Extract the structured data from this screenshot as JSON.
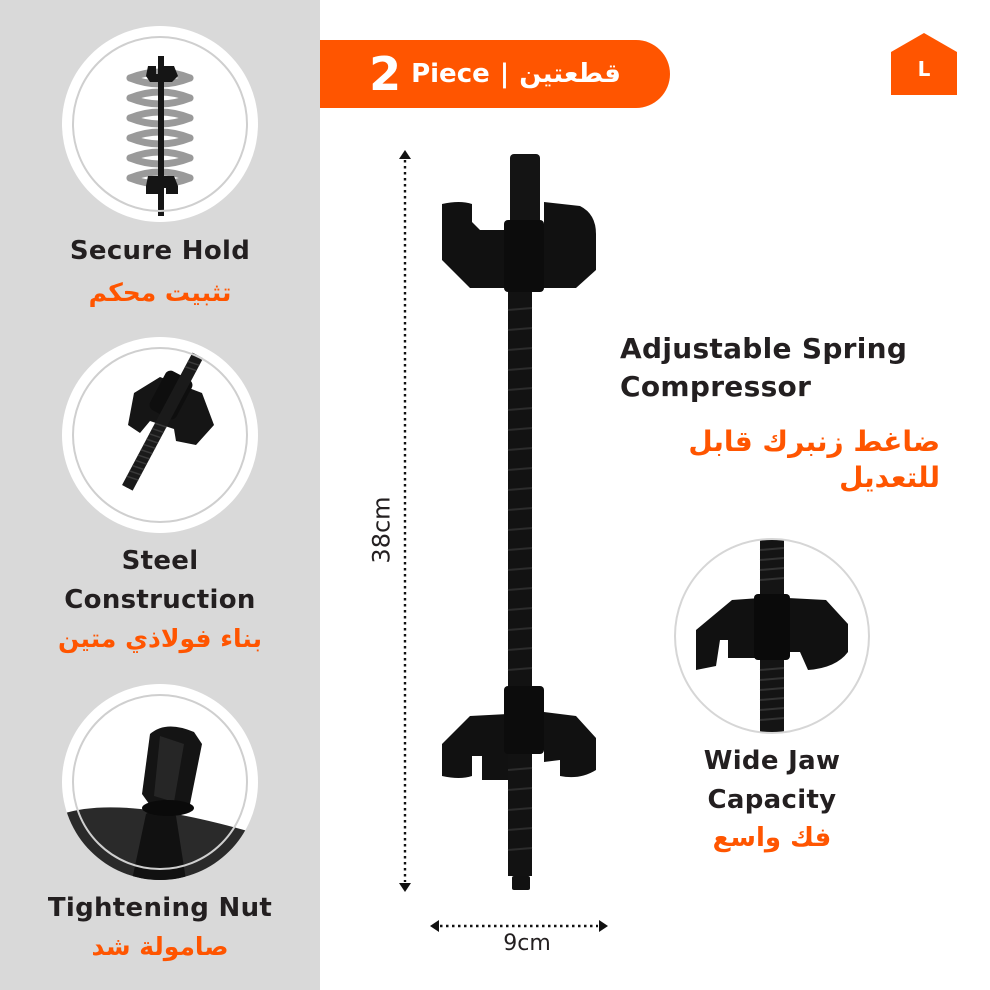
{
  "colors": {
    "accent": "#ff5500",
    "side_panel": "#d9d9d9",
    "text_dark": "#231f20",
    "tool_black": "#111111"
  },
  "banner": {
    "count": "2",
    "label_en": "Piece",
    "separator": "|",
    "label_ar": "قطعتين"
  },
  "size_badge": {
    "label": "L",
    "icon": "house-icon"
  },
  "features": [
    {
      "title_en": "Secure Hold",
      "title_ar": "تثبيت محكم",
      "icon": "spring-compressor-with-coil-icon"
    },
    {
      "title_en_line1": "Steel",
      "title_en_line2": "Construction",
      "title_ar": "بناء فولاذي متين",
      "icon": "threaded-rod-jaw-icon"
    },
    {
      "title_en": "Tightening Nut",
      "title_ar": "صامولة شد",
      "icon": "hex-nut-icon"
    }
  ],
  "product": {
    "title_line1": "Adjustable Spring",
    "title_line2": "Compressor",
    "title_ar": "ضاغط زنبرك قابل للتعديل"
  },
  "dimensions": {
    "height": "38cm",
    "width": "9cm"
  },
  "highlight": {
    "title_line1": "Wide Jaw",
    "title_line2": "Capacity",
    "title_ar": "فك واسع",
    "icon": "jaw-closeup-icon"
  }
}
